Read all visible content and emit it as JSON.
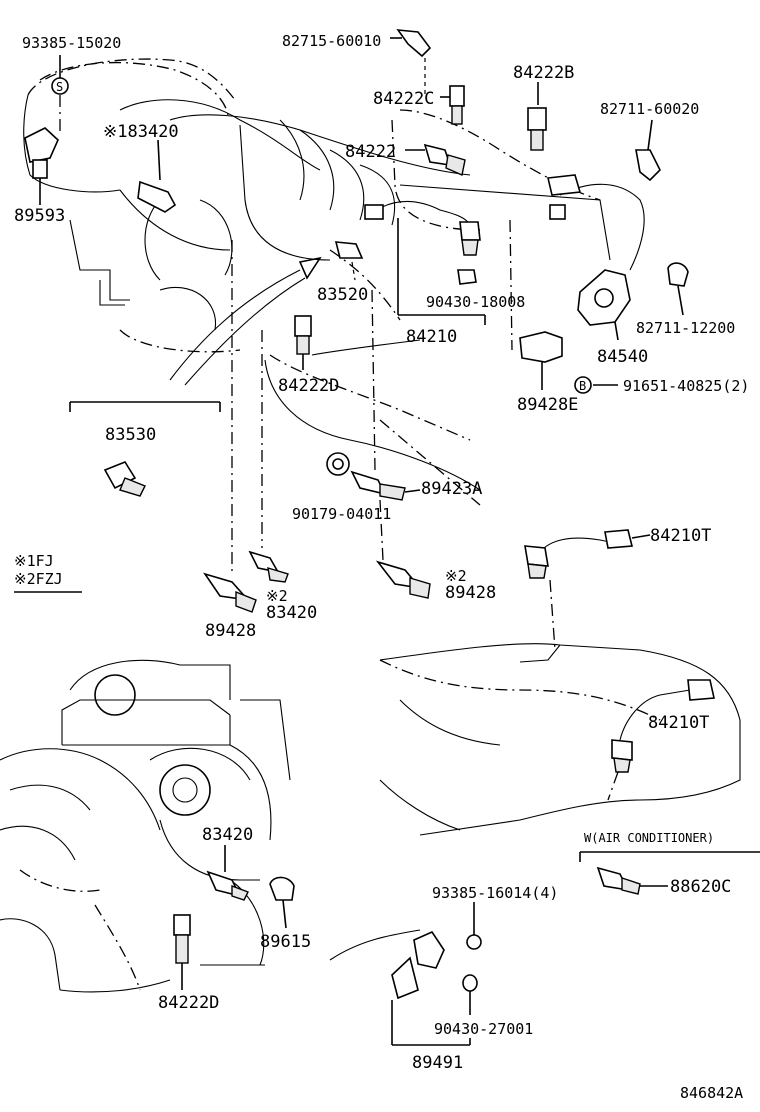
{
  "labels": {
    "p93385_15020": "93385-15020",
    "p82715_60010": "82715-60010",
    "p84222C": "84222C",
    "p84222B": "84222B",
    "p82711_60020": "82711-60020",
    "p183420": "※183420",
    "p84222": "84222",
    "p89593": "89593",
    "p83520": "83520",
    "p90430_18008": "90430-18008",
    "p84210": "84210",
    "p82711_12200": "82711-12200",
    "p84540": "84540",
    "p84222D_top": "84222D",
    "p89428E": "89428E",
    "p91651_40825": "91651-40825(2)",
    "p83530": "83530",
    "p89423A": "89423A",
    "p90179_04011": "90179-04011",
    "p84210T_a": "84210T",
    "p2_mark_a": "※2",
    "p89428_right": "89428",
    "p2_mark_b": "※2",
    "p83420_mid": "83420",
    "p89428_left": "89428",
    "p84210T_b": "84210T",
    "p83420_low": "83420",
    "p89615": "89615",
    "p84222D_bottom": "84222D",
    "p88620C": "88620C",
    "p93385_16014": "93385-16014(4)",
    "p90430_27001": "90430-27001",
    "p89491": "89491",
    "airCon": "W(AIR CONDITIONER)",
    "circleS": "S",
    "circleB": "B",
    "figId": "846842A"
  },
  "legend": {
    "l1": "※1FJ",
    "l2": "※2FZJ"
  }
}
